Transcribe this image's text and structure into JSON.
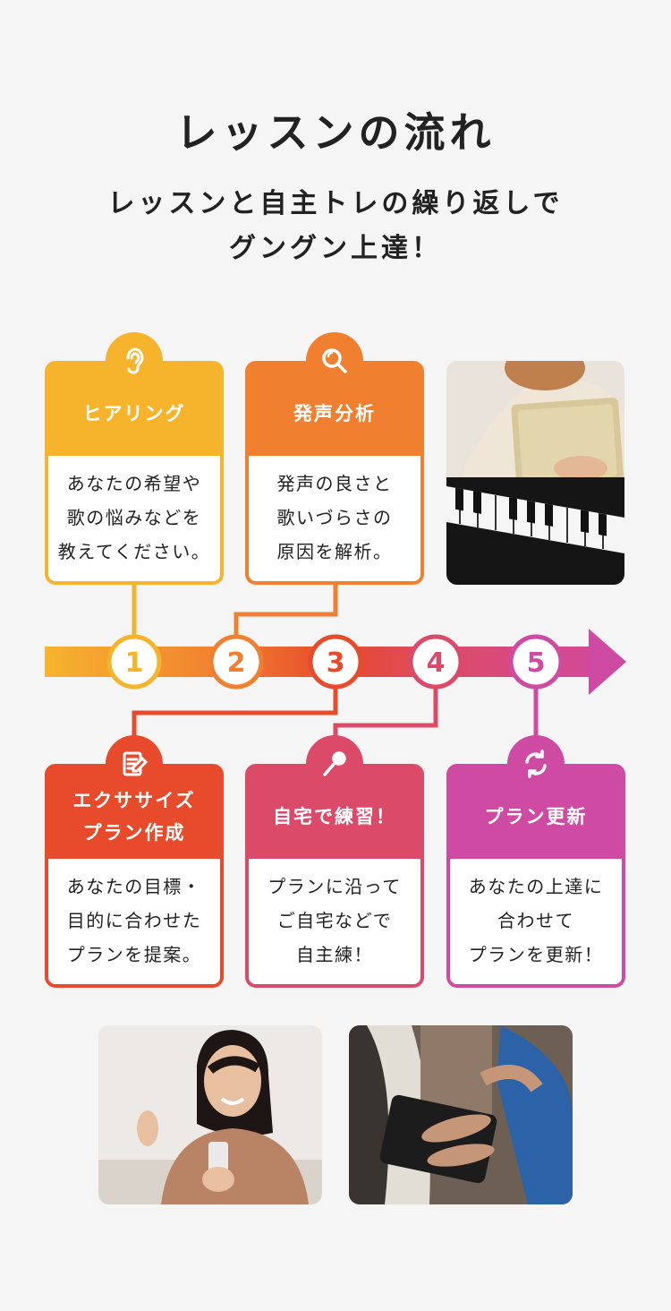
{
  "header": {
    "title": "レッスンの流れ",
    "subtitle_line1": "レッスンと自主トレの繰り返しで",
    "subtitle_line2": "グングン上達！"
  },
  "colors": {
    "step1": "#f6b42d",
    "step2": "#f08030",
    "step3": "#e84a2c",
    "step4": "#dc4a6a",
    "step5": "#cf4aa2"
  },
  "steps": [
    {
      "number": "1",
      "icon": "ear-icon",
      "title_line1": "ヒアリング",
      "title_line2": "",
      "body": [
        "あなたの希望や",
        "歌の悩みなどを",
        "教えてください。"
      ]
    },
    {
      "number": "2",
      "icon": "magnifier-icon",
      "title_line1": "発声分析",
      "title_line2": "",
      "body": [
        "発声の良さと",
        "歌いづらさの",
        "原因を解析。"
      ]
    },
    {
      "number": "3",
      "icon": "notepad-pencil-icon",
      "title_line1": "エクササイズ",
      "title_line2": "プラン作成",
      "body": [
        "あなたの目標・",
        "目的に合わせた",
        "プランを提案。"
      ]
    },
    {
      "number": "4",
      "icon": "microphone-icon",
      "title_line1": "自宅で練習！",
      "title_line2": "",
      "body": [
        "プランに沿って",
        "ご自宅などで",
        "自主練！"
      ]
    },
    {
      "number": "5",
      "icon": "refresh-icon",
      "title_line1": "プラン更新",
      "title_line2": "",
      "body": [
        "あなたの上達に",
        "合わせて",
        "プランを更新！"
      ]
    }
  ]
}
